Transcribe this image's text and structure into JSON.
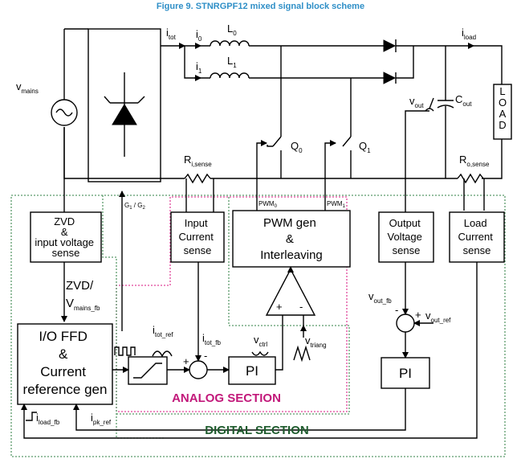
{
  "figure_title": "Figure 9. STNRGPF12 mixed signal block scheme",
  "labels": {
    "v_mains": "v",
    "v_mains_sub": "mains",
    "i_tot": "i",
    "i_tot_sub": "tot",
    "i0": "i",
    "i0_sub": "0",
    "i1": "i",
    "i1_sub": "1",
    "L0": "L",
    "L0_sub": "0",
    "L1": "L",
    "L1_sub": "1",
    "i_load": "i",
    "i_load_sub": "load",
    "v_out": "v",
    "v_out_sub": "out",
    "C_out": "C",
    "C_out_sub": "out",
    "Q0": "Q",
    "Q0_sub": "0",
    "Q1": "Q",
    "Q1_sub": "1",
    "R_i_sense": "R",
    "R_i_sense_sub": "i,sense",
    "R_o_sense": "R",
    "R_o_sense_sub": "o,sense",
    "load_box": "L O A D",
    "g1g2": "G",
    "g1g2_a": "1",
    "g1g2_mid": " / G",
    "g1g2_b": "2",
    "pwm0": "PWM",
    "pwm0_sub": "0",
    "pwm1": "PWM",
    "pwm1_sub": "1",
    "zvd_out": "ZVD/",
    "v_mains_fb": "V",
    "v_mains_fb_sub": "mains_fb",
    "i_tot_ref": "i",
    "i_tot_ref_sub": "tot_ref",
    "i_tot_fb": "i",
    "i_tot_fb_sub": "tot_fb",
    "v_ctrl": "v",
    "v_ctrl_sub": "ctrl",
    "v_triang": "v",
    "v_triang_sub": "triang",
    "v_out_fb": "v",
    "v_out_fb_sub": "out_fb",
    "v_out_ref": "v",
    "v_out_ref_sub": "out_ref",
    "i_load_fb": "i",
    "i_load_fb_sub": "load_fb",
    "i_pk_ref": "i",
    "i_pk_ref_sub": "pk_ref",
    "plus": "+",
    "minus": "-"
  },
  "blocks": {
    "zvd": [
      "ZVD",
      "&",
      "input voltage",
      "sense"
    ],
    "input_current": [
      "Input",
      "Current",
      "sense"
    ],
    "pwm_gen": [
      "PWM gen",
      "&",
      "Interleaving"
    ],
    "output_voltage": [
      "Output",
      "Voltage",
      "sense"
    ],
    "load_current": [
      "Load",
      "Current",
      "sense"
    ],
    "io_ffd": [
      "I/O FFD",
      "&",
      "Current",
      "reference gen"
    ],
    "pi_ctrl": "PI",
    "pi_out": "PI"
  },
  "sections": {
    "analog": "ANALOG SECTION",
    "digital": "DIGITAL SECTION"
  },
  "colors": {
    "title": "#2f8fc7",
    "digital_border": "#5a9a6a",
    "analog_border": "#e0459a",
    "digital_text": "#1f5c2e",
    "analog_text": "#c2187a"
  }
}
